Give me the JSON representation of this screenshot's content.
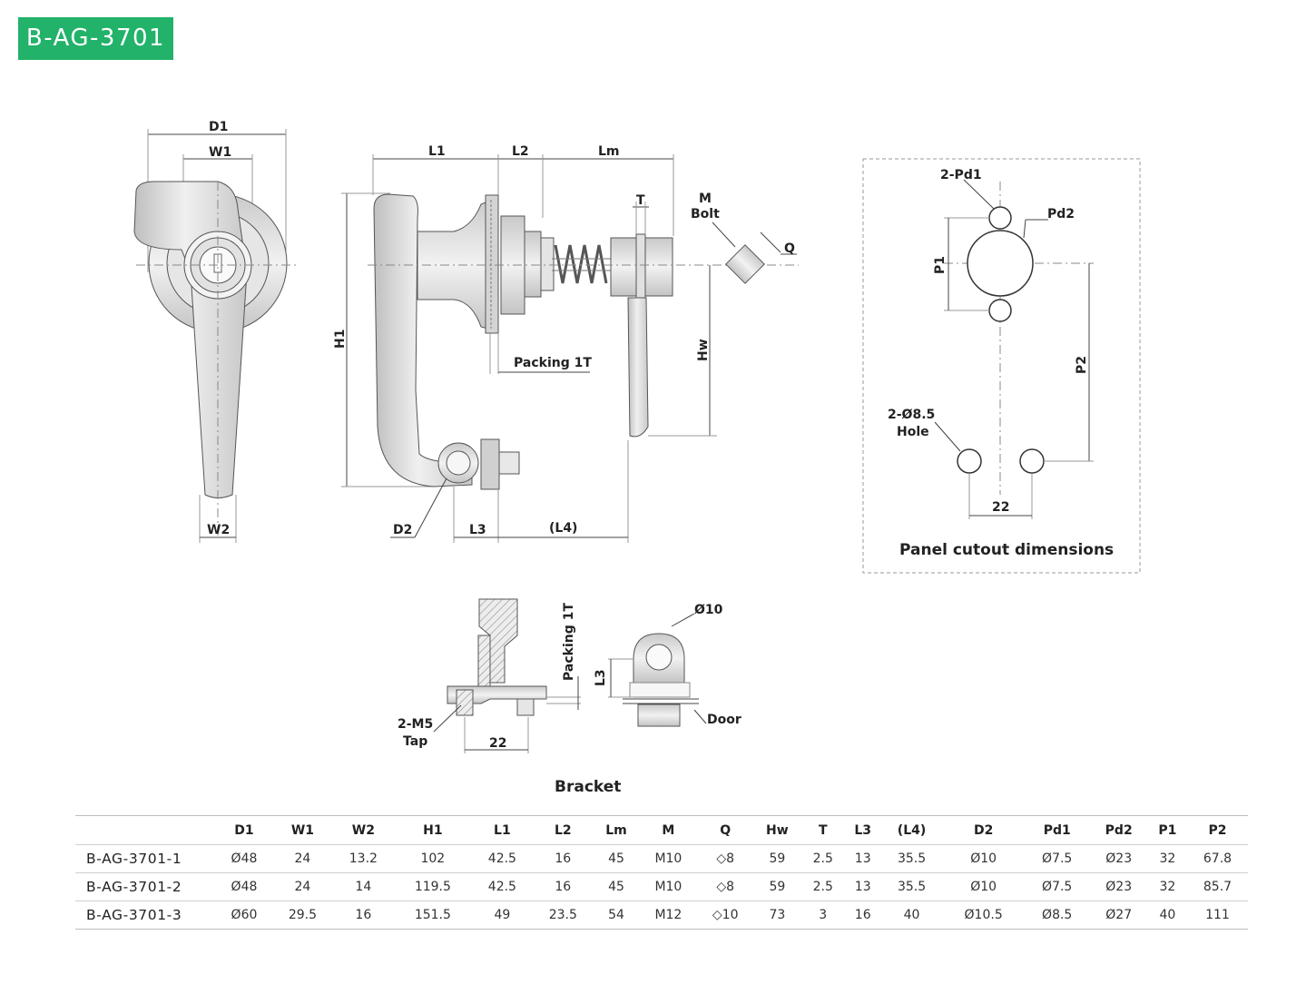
{
  "header": {
    "model_badge": "B-AG-3701",
    "badge_color": "#22b26a"
  },
  "drawing_labels": {
    "front": {
      "d1": "D1",
      "w1": "W1",
      "w2": "W2"
    },
    "side": {
      "l1": "L1",
      "l2": "L2",
      "lm": "Lm",
      "t": "T",
      "m": "M",
      "bolt": "Bolt",
      "q": "Q",
      "h1": "H1",
      "hw": "Hw",
      "packing": "Packing 1T",
      "d2": "D2",
      "l3": "L3",
      "l4": "(L4)"
    },
    "cutout": {
      "pd1": "2-Pd1",
      "pd2": "Pd2",
      "p1": "P1",
      "p2": "P2",
      "hole": "2-Ø8.5",
      "hole2": "Hole",
      "spacing": "22",
      "title": "Panel cutout dimensions"
    },
    "bracket": {
      "packing": "Packing 1T",
      "tap": "2-M5",
      "tap2": "Tap",
      "spacing": "22",
      "l3": "L3",
      "d10": "Ø10",
      "door": "Door",
      "title": "Bracket"
    }
  },
  "spec_table": {
    "columns": [
      "",
      "D1",
      "W1",
      "W2",
      "H1",
      "L1",
      "L2",
      "Lm",
      "M",
      "Q",
      "Hw",
      "T",
      "L3",
      "(L4)",
      "D2",
      "Pd1",
      "Pd2",
      "P1",
      "P2"
    ],
    "rows": [
      [
        "B-AG-3701-1",
        "Ø48",
        "24",
        "13.2",
        "102",
        "42.5",
        "16",
        "45",
        "M10",
        "◇8",
        "59",
        "2.5",
        "13",
        "35.5",
        "Ø10",
        "Ø7.5",
        "Ø23",
        "32",
        "67.8"
      ],
      [
        "B-AG-3701-2",
        "Ø48",
        "24",
        "14",
        "119.5",
        "42.5",
        "16",
        "45",
        "M10",
        "◇8",
        "59",
        "2.5",
        "13",
        "35.5",
        "Ø10",
        "Ø7.5",
        "Ø23",
        "32",
        "85.7"
      ],
      [
        "B-AG-3701-3",
        "Ø60",
        "29.5",
        "16",
        "151.5",
        "49",
        "23.5",
        "54",
        "M12",
        "◇10",
        "73",
        "3",
        "16",
        "40",
        "Ø10.5",
        "Ø8.5",
        "Ø27",
        "40",
        "111"
      ]
    ]
  }
}
